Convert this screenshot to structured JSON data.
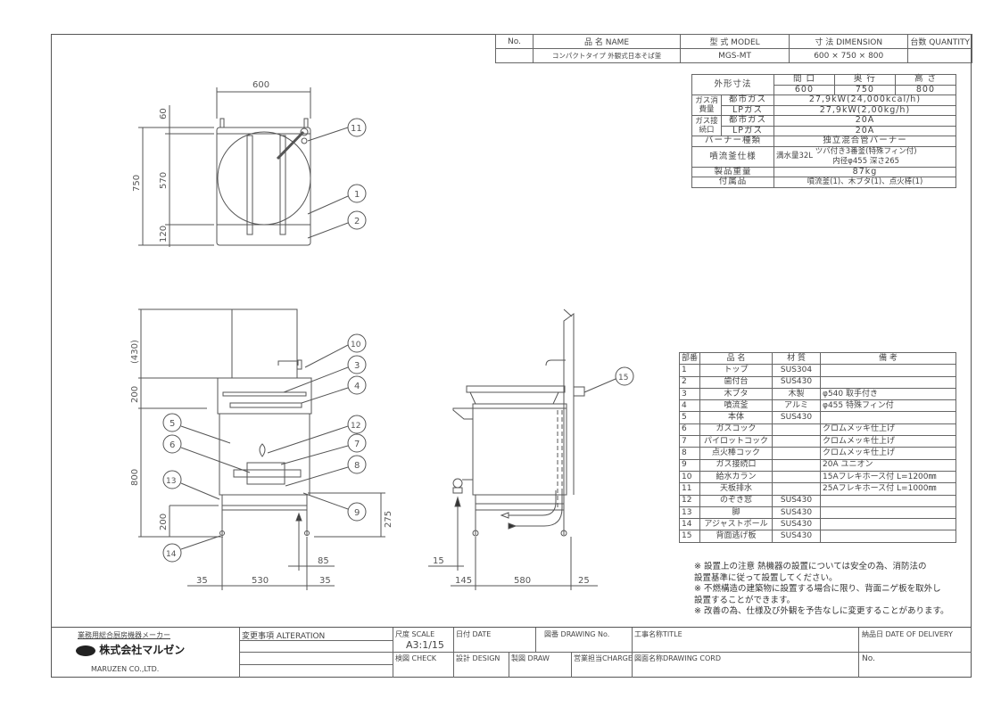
{
  "header": {
    "no_label": "No.",
    "name_label": "品 名  NAME",
    "model_label": "型 式  MODEL",
    "dimension_label": "寸 法  DIMENSION",
    "quantity_label": "台数 QUANTITY",
    "name_value": "コンパクトタイプ 外観式日本そば釜",
    "model_value": "MGS-MT",
    "dimension_value": "600 × 750 × 800",
    "no_value": "",
    "quantity_value": ""
  },
  "spec": {
    "outer_dim_label": "外形寸法",
    "width_label": "間 口",
    "depth_label": "奥 行",
    "height_label": "高 さ",
    "width": "600",
    "depth": "750",
    "height": "800",
    "gas_consumption_label": "ガス消費量",
    "city_gas_label": "都市ガス",
    "lp_gas_label": "LPガス",
    "consumption_city": "27,9kW(24,000kcal/h)",
    "consumption_lp": "27,9kW(2,00kg/h)",
    "gas_inlet_label": "ガス接続口",
    "inlet_city": "20A",
    "inlet_lp": "20A",
    "burner_label": "バーナー種類",
    "burner": "独立混合管バーナー",
    "pot_label": "噴流釜仕様",
    "pot_volume": "満水量32L",
    "pot_spec_1": "ツバ付き3番釜(特殊フィン付)",
    "pot_spec_2": "内径φ455 深さ265",
    "weight_label": "製品重量",
    "weight": "87kg",
    "accessories_label": "付属品",
    "accessories": "噴流釜(1)、木ブタ(1)、点火棒(1)"
  },
  "parts": {
    "headers": [
      "部番",
      "品 名",
      "材 質",
      "備 考"
    ],
    "rows": [
      [
        "1",
        "トップ",
        "SUS304",
        ""
      ],
      [
        "2",
        "歯付台",
        "SUS430",
        ""
      ],
      [
        "3",
        "木ブタ",
        "木製",
        "φ540 取手付き"
      ],
      [
        "4",
        "噴流釜",
        "アルミ",
        "φ455 特殊フィン付"
      ],
      [
        "5",
        "本体",
        "SUS430",
        ""
      ],
      [
        "6",
        "ガスコック",
        "",
        "クロムメッキ仕上げ"
      ],
      [
        "7",
        "パイロットコック",
        "",
        "クロムメッキ仕上げ"
      ],
      [
        "8",
        "点火棒コック",
        "",
        "クロムメッキ仕上げ"
      ],
      [
        "9",
        "ガス接続口",
        "",
        "20A ユニオン"
      ],
      [
        "10",
        "給水カラン",
        "",
        "15Aフレキホース付 L=1200㎜"
      ],
      [
        "11",
        "天板排水",
        "",
        "25Aフレキホース付 L=1000㎜"
      ],
      [
        "12",
        "のぞき窓",
        "SUS430",
        ""
      ],
      [
        "13",
        "脚",
        "SUS430",
        ""
      ],
      [
        "14",
        "アジャストボール",
        "SUS430",
        ""
      ],
      [
        "15",
        "背面逃げ板",
        "SUS430",
        ""
      ]
    ]
  },
  "notes": [
    "※  設置上の注意  熱機器の設置については安全の為、消防法の",
    "    設置基準に従って設置してください。",
    "※  不燃構造の建築物に設置する場合に限り、背面ニゲ板を取外し",
    "    設置することができます。",
    "※  改善の為、仕様及び外観を予告なしに変更することがあります。"
  ],
  "title_block": {
    "maker_tagline": "業務用総合厨房機器メーカー",
    "company_jp": "株式会社マルゼン",
    "company_en": "MARUZEN CO.,LTD.",
    "alteration": "変更事項  ALTERATION",
    "scale_label": "尺度 SCALE",
    "scale_value": "A3:1/15",
    "date": "日付 DATE",
    "drawing_no": "図番 DRAWING No.",
    "title": "工事名称TITLE",
    "delivery": "納品日  DATE OF DELIVERY",
    "check": "検図 CHECK",
    "design": "設計 DESIGN",
    "draw": "製図 DRAW",
    "charge": "営業担当CHARGE",
    "drawing_cord": "図面名称DRAWING CORD",
    "no": "No."
  },
  "drawing": {
    "top_view": {
      "width": "600",
      "d60": "60",
      "d570": "570",
      "d120": "120",
      "d750": "750",
      "callouts": [
        "11",
        "1",
        "2"
      ]
    },
    "front_view": {
      "d430": "(430)",
      "d200a": "200",
      "d800": "800",
      "d200b": "200",
      "d275": "275",
      "d85": "85",
      "d35a": "35",
      "d530": "530",
      "d35b": "35",
      "callouts": [
        "10",
        "3",
        "4",
        "5",
        "12",
        "6",
        "7",
        "8",
        "13",
        "9",
        "14"
      ]
    },
    "side_view": {
      "d15": "15",
      "d145": "145",
      "d580": "580",
      "d25": "25",
      "callouts": [
        "15"
      ]
    }
  }
}
